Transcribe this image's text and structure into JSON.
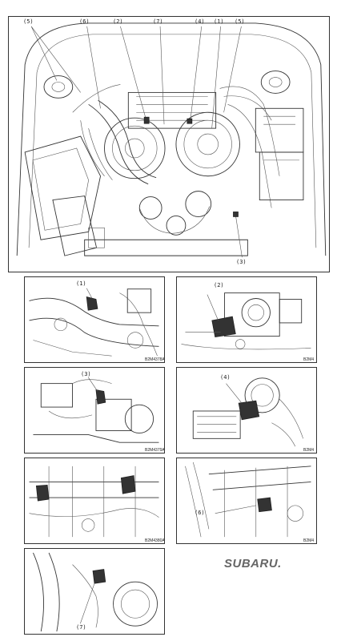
{
  "main_diagram": {
    "callouts": [
      "(5)",
      "(6)",
      "(2)",
      "(7)",
      "(4)",
      "(1)",
      "(5)",
      "(3)"
    ]
  },
  "detail_panels": [
    {
      "callout": "(1)",
      "code": "B2M4378A"
    },
    {
      "callout": "(2)",
      "code": "B2M4"
    },
    {
      "callout": "(3)",
      "code": "B2M4379A"
    },
    {
      "callout": "(4)",
      "code": "B2M4"
    },
    {
      "callout": "",
      "code": "B2M4380A"
    },
    {
      "callout": "(6)",
      "code": "B2M4"
    },
    {
      "callout": "(7)",
      "code": ""
    }
  ],
  "brand": {
    "logo_text": "SUBARU."
  }
}
